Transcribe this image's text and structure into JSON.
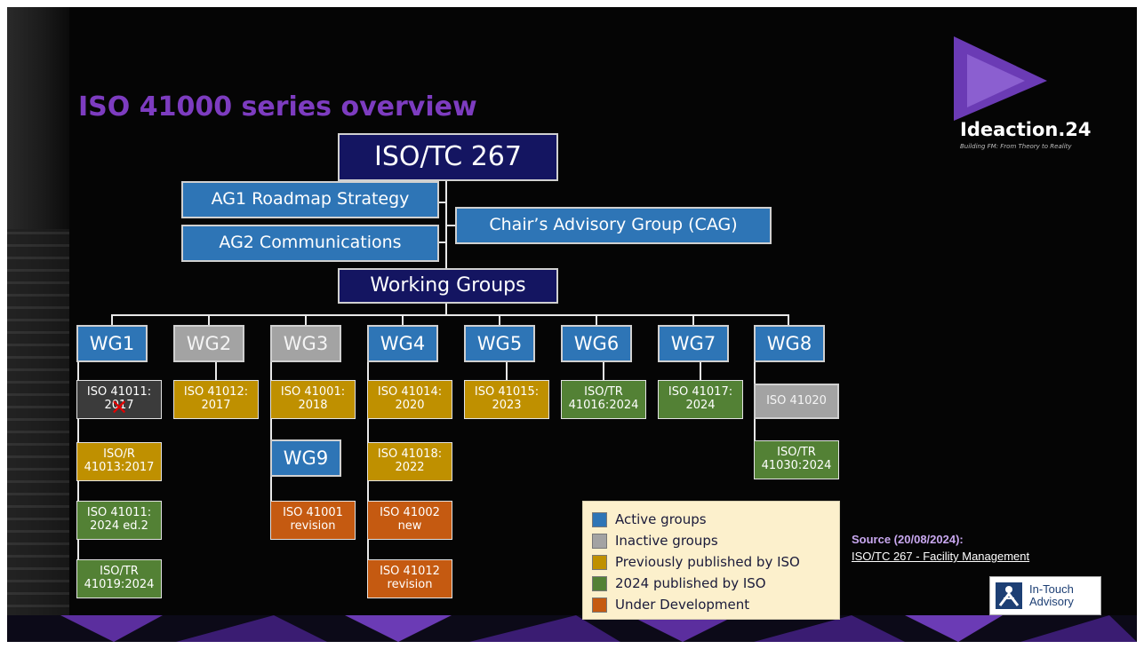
{
  "slide": {
    "title": "ISO 41000 series overview"
  },
  "logo": {
    "name": "Ideaction.24",
    "tagline": "Building FM: From Theory to Reality"
  },
  "chart_data": {
    "type": "org-chart",
    "root": "ISO/TC 267",
    "advisory": [
      "AG1 Roadmap Strategy",
      "AG2 Communications",
      "Chair’s Advisory Group (CAG)"
    ],
    "hub": "Working Groups",
    "working_groups": [
      {
        "name": "WG1",
        "status": "Active groups",
        "standards": [
          {
            "label": "ISO 41011:\n2017",
            "status": "withdrawn"
          },
          {
            "label": "ISO/R\n41013:2017",
            "status": "Previously published by ISO"
          },
          {
            "label": "ISO 41011:\n2024 ed.2",
            "status": "2024 published by ISO"
          },
          {
            "label": "ISO/TR\n41019:2024",
            "status": "2024 published by ISO"
          }
        ]
      },
      {
        "name": "WG2",
        "status": "Inactive groups",
        "standards": [
          {
            "label": "ISO 41012:\n2017",
            "status": "Previously published by ISO"
          }
        ]
      },
      {
        "name": "WG3",
        "status": "Inactive groups",
        "standards": [
          {
            "label": "ISO 41001:\n2018",
            "status": "Previously published by ISO"
          }
        ]
      },
      {
        "name": "WG4",
        "status": "Active groups",
        "standards": [
          {
            "label": "ISO 41014:\n2020",
            "status": "Previously published by ISO"
          },
          {
            "label": "ISO 41018:\n2022",
            "status": "Previously published by ISO"
          },
          {
            "label": "ISO 41002\nnew",
            "status": "Under Development"
          },
          {
            "label": "ISO 41012\nrevision",
            "status": "Under Development"
          }
        ]
      },
      {
        "name": "WG5",
        "status": "Active groups",
        "standards": [
          {
            "label": "ISO 41015:\n2023",
            "status": "Previously published by ISO"
          }
        ]
      },
      {
        "name": "WG6",
        "status": "Active groups",
        "standards": [
          {
            "label": "ISO/TR\n41016:2024",
            "status": "2024 published by ISO"
          }
        ]
      },
      {
        "name": "WG7",
        "status": "Active groups",
        "standards": [
          {
            "label": "ISO 41017:\n2024",
            "status": "2024 published by ISO"
          }
        ]
      },
      {
        "name": "WG8",
        "status": "Active groups",
        "standards": [
          {
            "label": "ISO 41020",
            "status": "Inactive groups"
          },
          {
            "label": "ISO/TR\n41030:2024",
            "status": "2024 published by ISO"
          }
        ]
      },
      {
        "name": "WG9",
        "status": "Active groups",
        "parent": "WG3",
        "standards": [
          {
            "label": "ISO 41001\nrevision",
            "status": "Under Development"
          }
        ]
      }
    ],
    "legend": [
      {
        "label": "Active groups",
        "color": "#2e75b6"
      },
      {
        "label": "Inactive groups",
        "color": "#a3a3a3"
      },
      {
        "label": "Previously published by ISO",
        "color": "#bf9000"
      },
      {
        "label": "2024 published by ISO",
        "color": "#538135"
      },
      {
        "label": "Under Development",
        "color": "#c55a11"
      }
    ]
  },
  "source": {
    "label": "Source (20/08/2024):",
    "link_text": "ISO/TC 267 - Facility Management"
  },
  "badge": {
    "line1": "In-Touch",
    "line2": "Advisory"
  }
}
